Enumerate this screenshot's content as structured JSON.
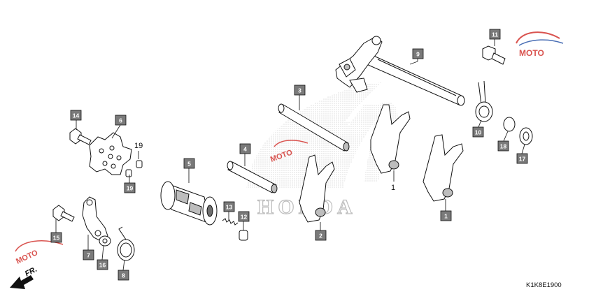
{
  "diagram": {
    "code": "K1K8E1900",
    "direction_label": "FR.",
    "watermark_text": "HONDA",
    "logo_text": "MOTO",
    "accent_colors": {
      "tag_fill": "#7a7a7a",
      "watermark": "#b8b8b8",
      "logo_red": "#d9534f",
      "logo_blue": "#4a6fb5"
    }
  },
  "callouts": {
    "p1a": "1",
    "p1b": "1",
    "p2": "2",
    "p3": "3",
    "p4": "4",
    "p5": "5",
    "p6": "6",
    "p7": "7",
    "p8": "8",
    "p9": "9",
    "p10": "10",
    "p11": "11",
    "p12": "12",
    "p13": "13",
    "p14": "14",
    "p15": "15",
    "p16": "16",
    "p17": "17",
    "p18": "18",
    "p19a": "19",
    "p19b": "19"
  }
}
